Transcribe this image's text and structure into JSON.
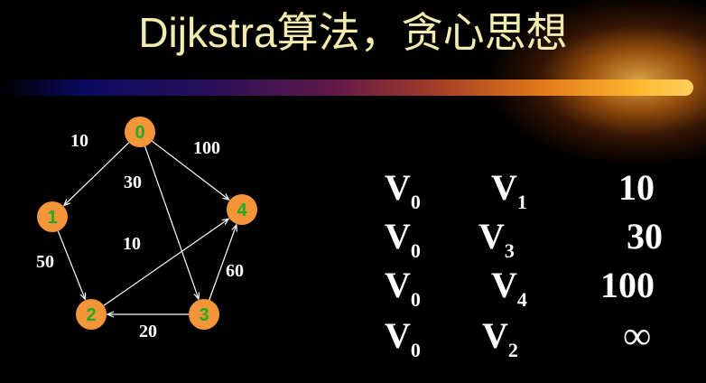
{
  "title": "Dijkstra算法，贪心思想",
  "graph": {
    "nodes": [
      {
        "id": "0",
        "label": "0"
      },
      {
        "id": "1",
        "label": "1"
      },
      {
        "id": "2",
        "label": "2"
      },
      {
        "id": "3",
        "label": "3"
      },
      {
        "id": "4",
        "label": "4"
      }
    ],
    "edges": [
      {
        "from": "0",
        "to": "1",
        "weight": "10"
      },
      {
        "from": "0",
        "to": "4",
        "weight": "100"
      },
      {
        "from": "0",
        "to": "3",
        "weight": "30"
      },
      {
        "from": "1",
        "to": "2",
        "weight": "50"
      },
      {
        "from": "2",
        "to": "4",
        "weight": "10"
      },
      {
        "from": "3",
        "to": "2",
        "weight": "20"
      },
      {
        "from": "3",
        "to": "4",
        "weight": "60"
      }
    ]
  },
  "distances": [
    {
      "from_letter": "V",
      "from_sub": "0",
      "to_letter": "V",
      "to_sub": "1",
      "distance": "10"
    },
    {
      "from_letter": "V",
      "from_sub": "0",
      "to_letter": "V",
      "to_sub": "3",
      "distance": "30"
    },
    {
      "from_letter": "V",
      "from_sub": "0",
      "to_letter": "V",
      "to_sub": "4",
      "distance": "100"
    },
    {
      "from_letter": "V",
      "from_sub": "0",
      "to_letter": "V",
      "to_sub": "2",
      "distance": "∞"
    }
  ],
  "colors": {
    "node_fill": "#f5953a",
    "node_label": "#22aa22",
    "title_text": "#f2ecae",
    "edge": "#ffffff",
    "background": "#000000"
  }
}
